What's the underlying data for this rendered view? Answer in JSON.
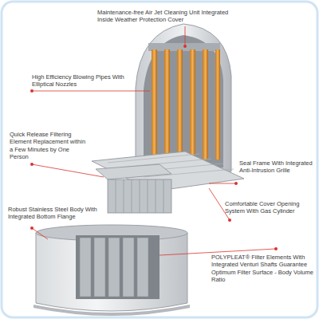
{
  "diagram": {
    "labels": [
      "Maintenance-free Air Jet Cleaning Unit Integrated Inside Weather Protection Cover",
      "High Efficiency Blowing Pipes With Elliptical Nozzles",
      "Quick Release Filtering Element Replacement within a Few Minutes by One Person",
      "Seal Frame With Integrated Anti-Intrusion Grille",
      "Comfortable Cover Opening System With Gas Cylinder",
      "Robust Stainless Steel Body With Integrated Bottom Flange",
      "POLYPLEAT® Filter Elements With Integrated Venturi Shafts Guarantee Optimum Filter Surface - Body Volume Ratio"
    ]
  }
}
